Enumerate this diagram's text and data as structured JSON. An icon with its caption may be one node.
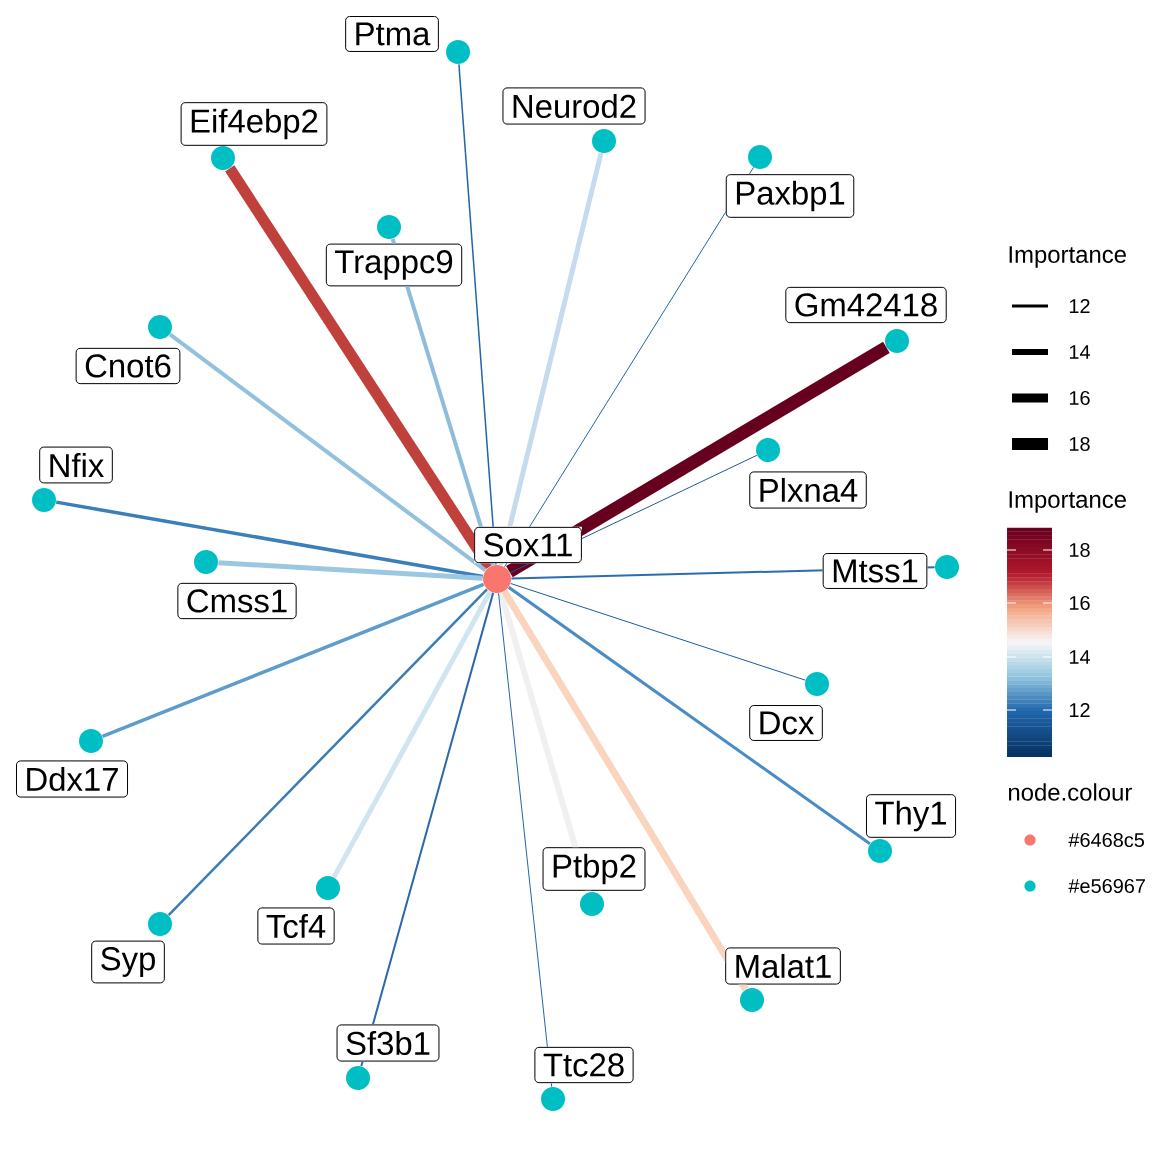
{
  "diagram": {
    "nodes": [
      {
        "text": [
          "Sox11"
        ]
      },
      {
        "text": [
          "Ptma"
        ]
      },
      {
        "text": [
          "Neurod2"
        ]
      },
      {
        "text": [
          "Paxbp1"
        ]
      },
      {
        "text": [
          "Eif4ebp2"
        ]
      },
      {
        "text": [
          "Trappc9"
        ]
      },
      {
        "text": [
          "Gm42418"
        ]
      },
      {
        "text": [
          "Cnot6"
        ]
      },
      {
        "text": [
          "Plxna4"
        ]
      },
      {
        "text": [
          "Nfix"
        ]
      },
      {
        "text": [
          "Cmss1"
        ]
      },
      {
        "text": [
          "Mtss1"
        ]
      },
      {
        "text": [
          "Dcx"
        ]
      },
      {
        "text": [
          "Ddx17"
        ]
      },
      {
        "text": [
          "Thy1"
        ]
      },
      {
        "text": [
          "Ptbp2"
        ]
      },
      {
        "text": [
          "Tcf4"
        ]
      },
      {
        "text": [
          "Syp"
        ]
      },
      {
        "text": [
          "Malat1"
        ]
      },
      {
        "text": [
          "Sf3b1"
        ]
      },
      {
        "text": [
          "Ttc28"
        ]
      }
    ],
    "edges": [
      {
        "from": 0,
        "to": 1,
        "arrow": "none",
        "color": "#2166ac"
      },
      {
        "from": 0,
        "to": 2,
        "arrow": "none",
        "color": "#c6dbef"
      },
      {
        "from": 0,
        "to": 3,
        "arrow": "none",
        "color": "#2166ac"
      },
      {
        "from": 0,
        "to": 4,
        "arrow": "none",
        "style": "thick",
        "color": "#c0403c"
      },
      {
        "from": 0,
        "to": 5,
        "arrow": "none",
        "color": "#8fbcdb"
      },
      {
        "from": 0,
        "to": 6,
        "arrow": "none",
        "style": "thick",
        "color": "#67001f"
      },
      {
        "from": 0,
        "to": 7,
        "arrow": "none",
        "color": "#92c0dd"
      },
      {
        "from": 0,
        "to": 8,
        "arrow": "none",
        "color": "#1c5a9e"
      },
      {
        "from": 0,
        "to": 9,
        "arrow": "none",
        "color": "#3a7fba"
      },
      {
        "from": 0,
        "to": 10,
        "arrow": "none",
        "color": "#9cc7e0"
      },
      {
        "from": 0,
        "to": 11,
        "arrow": "none",
        "color": "#2c6db0"
      },
      {
        "from": 0,
        "to": 12,
        "arrow": "none",
        "color": "#1c5a9e"
      },
      {
        "from": 0,
        "to": 13,
        "arrow": "none",
        "color": "#5e9ccb"
      },
      {
        "from": 0,
        "to": 14,
        "arrow": "none",
        "color": "#4a8cc3"
      },
      {
        "from": 0,
        "to": 15,
        "arrow": "none",
        "color": "#f0f0f0"
      },
      {
        "from": 0,
        "to": 16,
        "arrow": "none",
        "color": "#d1e5f0"
      },
      {
        "from": 0,
        "to": 17,
        "arrow": "none",
        "color": "#3a7cb8"
      },
      {
        "from": 0,
        "to": 18,
        "arrow": "none",
        "style": "thick",
        "color": "#f9d5c0"
      },
      {
        "from": 0,
        "to": 19,
        "arrow": "none",
        "color": "#2a68ab"
      },
      {
        "from": 0,
        "to": 20,
        "arrow": "none",
        "color": "#2166ac"
      }
    ],
    "labels": [
      "Importance",
      "Importance",
      "18",
      "16",
      "14",
      "12",
      "node.colour"
    ],
    "legend": [
      {
        "text": "12"
      },
      {
        "text": "14"
      },
      {
        "text": "16"
      },
      {
        "text": "18"
      },
      {
        "text": "#6468c5",
        "color": "#f8766d"
      },
      {
        "text": "#e56967",
        "color": "#00bfc4"
      }
    ]
  }
}
